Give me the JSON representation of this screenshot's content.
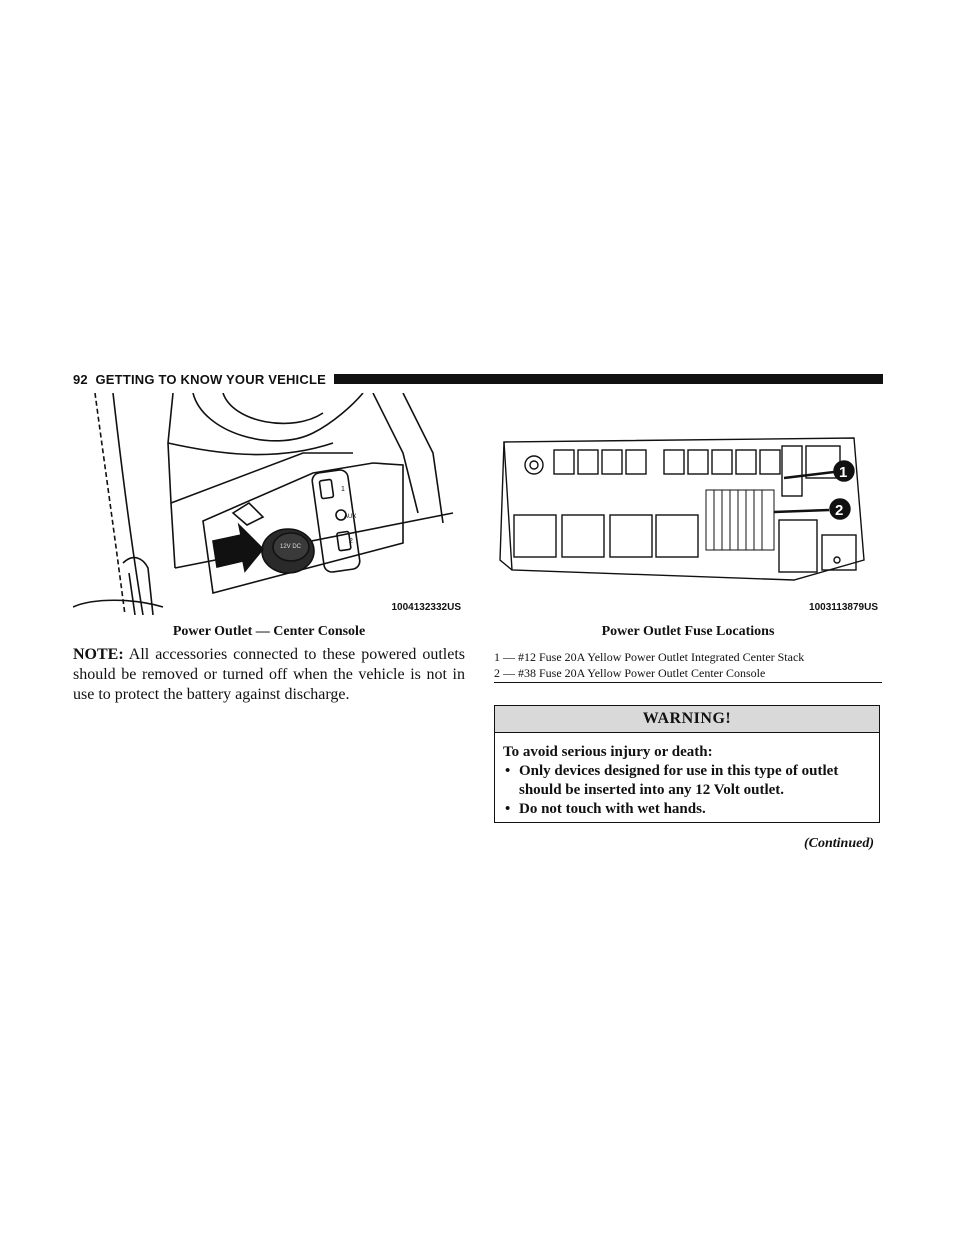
{
  "header": {
    "page_number": "92",
    "section_title": "GETTING TO KNOW YOUR VEHICLE"
  },
  "figure_left": {
    "code": "1004132332US",
    "caption": "Power Outlet — Center Console",
    "panel_labels": {
      "port_1": "1",
      "aux": "AUX",
      "port_2": "2",
      "cap_label": "12V DC"
    }
  },
  "figure_right": {
    "code": "1003113879US",
    "caption": "Power Outlet Fuse Locations",
    "callouts": [
      "1",
      "2"
    ]
  },
  "note": {
    "label": "NOTE:",
    "text": "All accessories connected to these powered outlets should be removed or turned off when the vehicle is not in use to protect the battery against discharge."
  },
  "legend": [
    "1 — #12 Fuse 20A Yellow Power Outlet Integrated Center Stack",
    "2 — #38 Fuse 20A Yellow Power Outlet Center Console"
  ],
  "warning": {
    "title": "WARNING!",
    "intro": "To avoid serious injury or death:",
    "items": [
      "Only devices designed for use in this type of outlet should be inserted into any 12 Volt outlet.",
      "Do not touch with wet hands."
    ],
    "bullet": "•"
  },
  "continued": "(Continued)",
  "colors": {
    "ink": "#111111",
    "warning_header": "#d9d9d9"
  }
}
